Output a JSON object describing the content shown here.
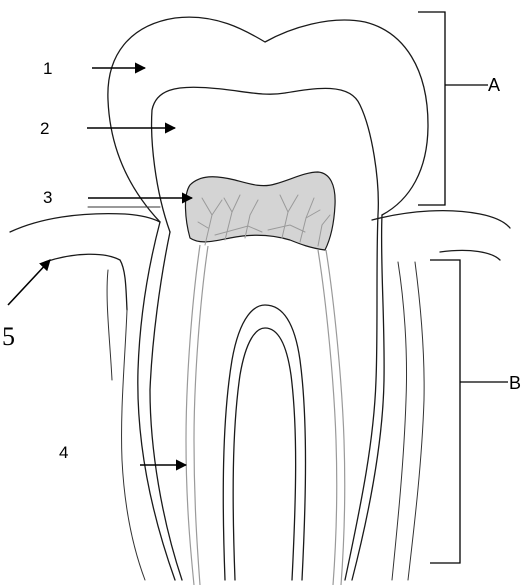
{
  "labels": {
    "one": "1",
    "two": "2",
    "three": "3",
    "four": "4",
    "five": "5",
    "a": "A",
    "b": "B"
  },
  "colors": {
    "outline": "#1a1a1a",
    "pulp_fill": "#d4d4d4",
    "vessels": "#9a9a9a",
    "background": "#ffffff"
  }
}
